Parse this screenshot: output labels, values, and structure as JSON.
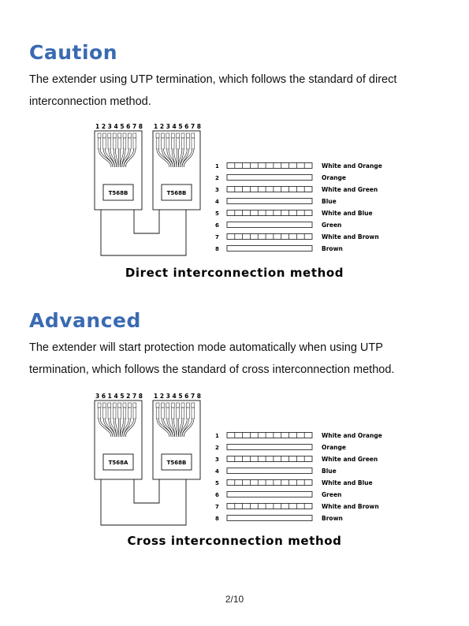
{
  "caution": {
    "title": "Caution",
    "text": "The extender using UTP termination, which follows the standard of direct interconnection method.",
    "diagram": {
      "left_pins": "1 2 3 4 5 6 7 8",
      "right_pins": "1 2 3 4 5 6 7 8",
      "left_label": "T568B",
      "right_label": "T568B",
      "wires": [
        {
          "num": "1",
          "name": "White and Orange",
          "striped": true
        },
        {
          "num": "2",
          "name": "Orange",
          "striped": false
        },
        {
          "num": "3",
          "name": "White and Green",
          "striped": true
        },
        {
          "num": "4",
          "name": "Blue",
          "striped": false
        },
        {
          "num": "5",
          "name": "White and Blue",
          "striped": true
        },
        {
          "num": "6",
          "name": "Green",
          "striped": false
        },
        {
          "num": "7",
          "name": "White and Brown",
          "striped": true
        },
        {
          "num": "8",
          "name": "Brown",
          "striped": false
        }
      ]
    },
    "caption": "Direct interconnection method"
  },
  "advanced": {
    "title": "Advanced",
    "text": "The extender will start protection mode automatically when using UTP termination, which follows the standard of cross interconnection method.",
    "diagram": {
      "left_pins": "3 6 1 4 5 2 7 8",
      "right_pins": "1 2 3 4 5 6 7 8",
      "left_label": "T568A",
      "right_label": "T568B",
      "wires": [
        {
          "num": "1",
          "name": "White and Orange",
          "striped": true
        },
        {
          "num": "2",
          "name": "Orange",
          "striped": false
        },
        {
          "num": "3",
          "name": "White and Green",
          "striped": true
        },
        {
          "num": "4",
          "name": "Blue",
          "striped": false
        },
        {
          "num": "5",
          "name": "White and Blue",
          "striped": true
        },
        {
          "num": "6",
          "name": "Green",
          "striped": false
        },
        {
          "num": "7",
          "name": "White and Brown",
          "striped": true
        },
        {
          "num": "8",
          "name": "Brown",
          "striped": false
        }
      ]
    },
    "caption": "Cross interconnection method"
  },
  "footer": {
    "page": "2/10"
  },
  "colors": {
    "heading": "#3a6ab2"
  }
}
